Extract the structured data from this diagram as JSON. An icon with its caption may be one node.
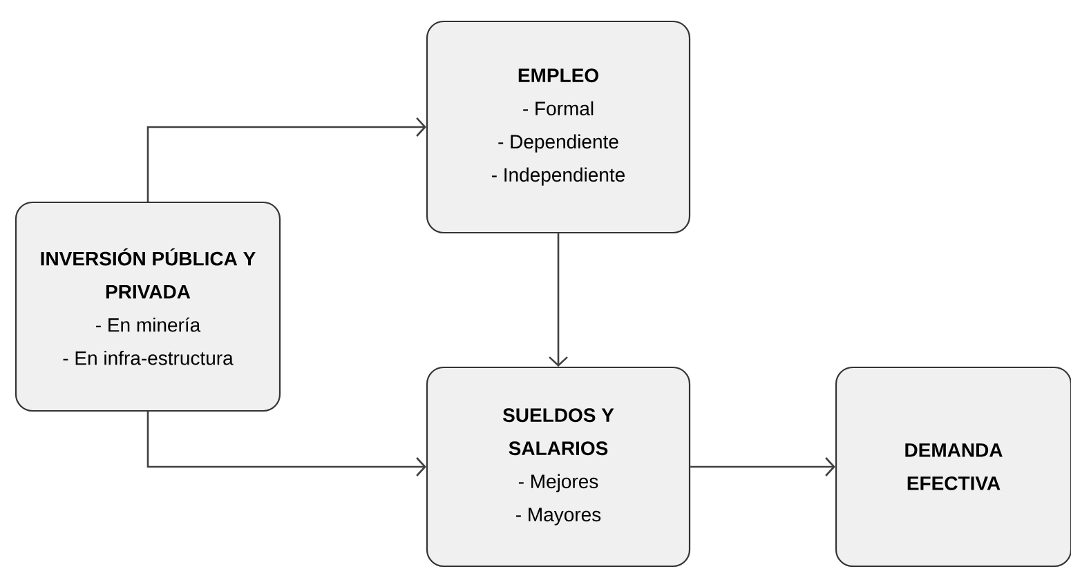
{
  "diagram": {
    "nodes": [
      {
        "text": [
          "INVERSIÓN PÚBLICA Y PRIVADA",
          "- En minería",
          "- En infra-estructura"
        ]
      },
      {
        "text": [
          "EMPLEO",
          "- Formal",
          "- Dependiente",
          "- Independiente"
        ]
      },
      {
        "text": [
          "SUELDOS Y SALARIOS",
          "- Mejores",
          "- Mayores"
        ]
      },
      {
        "text": [
          "DEMANDA EFECTIVA"
        ]
      }
    ],
    "edges": [
      {
        "from": 0,
        "to": 1,
        "arrow": "to"
      },
      {
        "from": 0,
        "to": 2,
        "arrow": "to"
      },
      {
        "from": 1,
        "to": 2,
        "arrow": "to"
      },
      {
        "from": 2,
        "to": 3,
        "arrow": "to"
      }
    ]
  }
}
